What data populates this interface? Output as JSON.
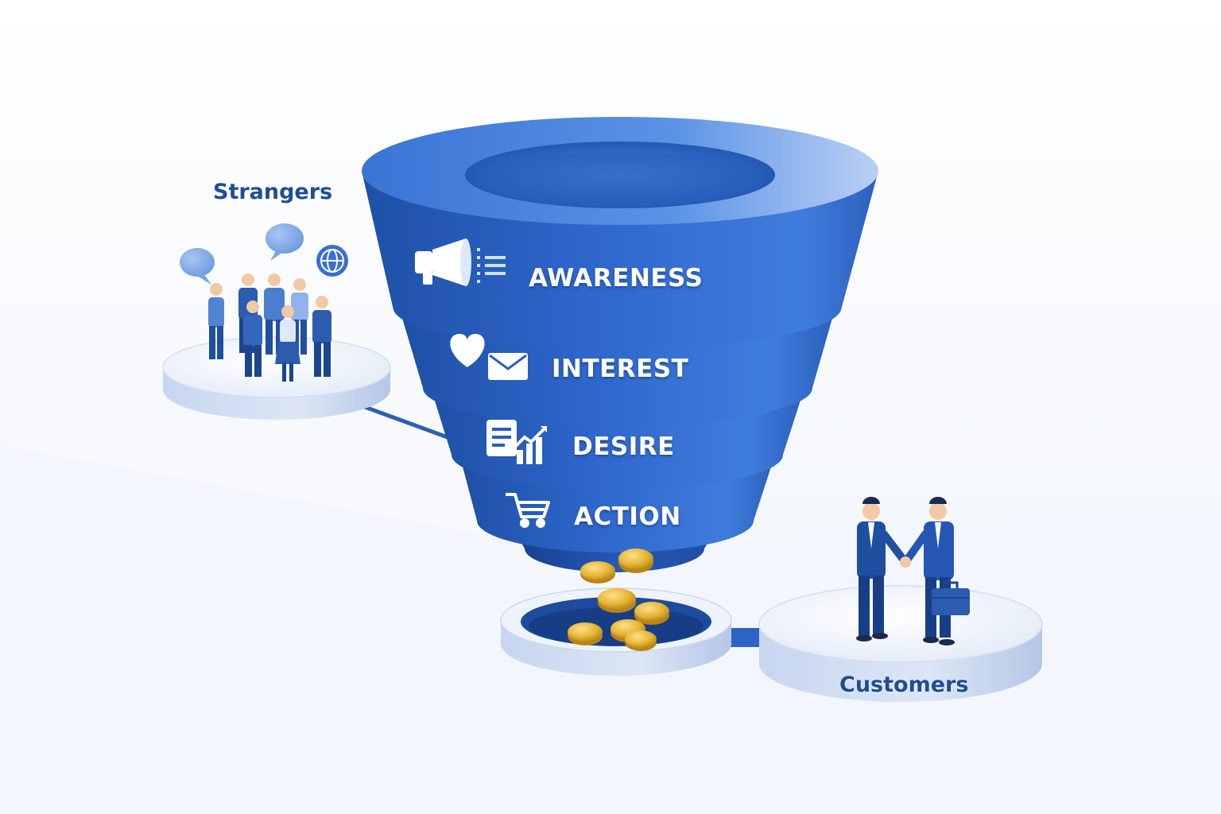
{
  "groups": {
    "strangers": "Strangers",
    "customers": "Customers"
  },
  "funnel": {
    "stages": [
      {
        "label": "AWARENESS",
        "icon": "megaphone-icon"
      },
      {
        "label": "INTEREST",
        "icon": "heart-mail-icon"
      },
      {
        "label": "DESIRE",
        "icon": "document-chart-icon"
      },
      {
        "label": "ACTION",
        "icon": "shopping-cart-icon"
      }
    ]
  },
  "colors": {
    "funnel_blue": "#2f66c7",
    "funnel_dark": "#1d4fa3",
    "platform": "#e3ebf8",
    "label_blue": "#1f4d93",
    "coin": "#e6b534",
    "suit": "#1f4fa0"
  }
}
